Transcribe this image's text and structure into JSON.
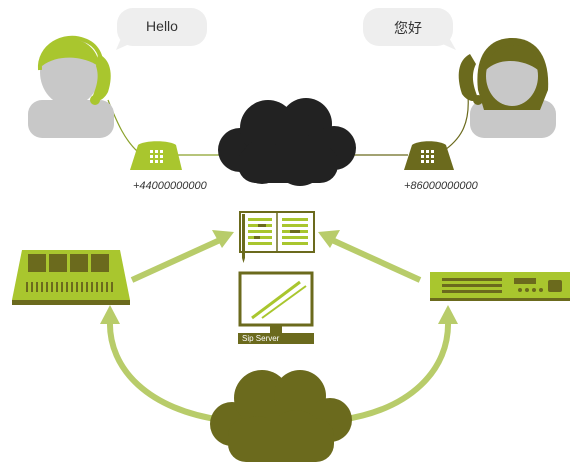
{
  "left_caller": {
    "speech": "Hello",
    "phone_number": "+44000000000"
  },
  "right_caller": {
    "speech": "您好",
    "phone_number": "+86000000000"
  },
  "server": {
    "label": "Sip Server"
  },
  "icons": {
    "left_person": "female-operator-headset-icon",
    "right_person": "female-operator-headset-icon",
    "left_phone": "desk-phone-icon",
    "right_phone": "desk-phone-icon",
    "top_cloud": "pstn-cloud-icon",
    "bottom_cloud": "internet-cloud-icon",
    "left_device": "voip-gateway-panel-icon",
    "right_device": "rack-gateway-icon",
    "notebook": "config-notebook-icon",
    "monitor": "server-monitor-icon"
  },
  "colors": {
    "lime": "#a9c62e",
    "olive": "#6b6a1d",
    "dark": "#4a4a1a",
    "cloud_black": "#222222",
    "gray": "#c8c8c8",
    "bubble": "#eeeeee",
    "arrow": "#b8cc6a"
  }
}
